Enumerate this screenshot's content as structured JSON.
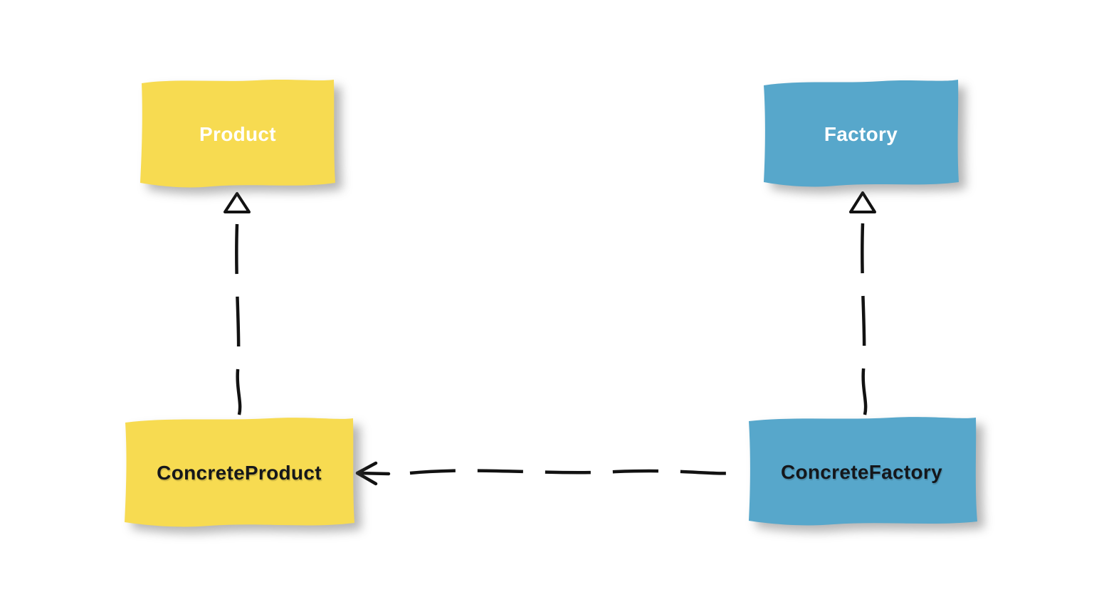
{
  "diagram_type": "uml-class-diagram",
  "background": "#FFFFFF",
  "colors": {
    "yellow": "#F7DB51",
    "blue": "#57A7CB",
    "line": "#121212",
    "label_light": "#FFFFFF",
    "label_dark": "#15171B"
  },
  "nodes": {
    "product": {
      "label": "Product",
      "fill": "yellow",
      "text_color": "light"
    },
    "factory": {
      "label": "Factory",
      "fill": "blue",
      "text_color": "light"
    },
    "concrete_product": {
      "label": "ConcreteProduct",
      "fill": "yellow",
      "text_color": "dark"
    },
    "concrete_factory": {
      "label": "ConcreteFactory",
      "fill": "blue",
      "text_color": "dark"
    }
  },
  "edges": [
    {
      "from": "ConcreteProduct",
      "to": "Product",
      "style": "dashed",
      "marker": "hollow-triangle"
    },
    {
      "from": "ConcreteFactory",
      "to": "Factory",
      "style": "dashed",
      "marker": "hollow-triangle"
    },
    {
      "from": "ConcreteFactory",
      "to": "ConcreteProduct",
      "style": "dashed",
      "marker": "open-arrow"
    }
  ]
}
